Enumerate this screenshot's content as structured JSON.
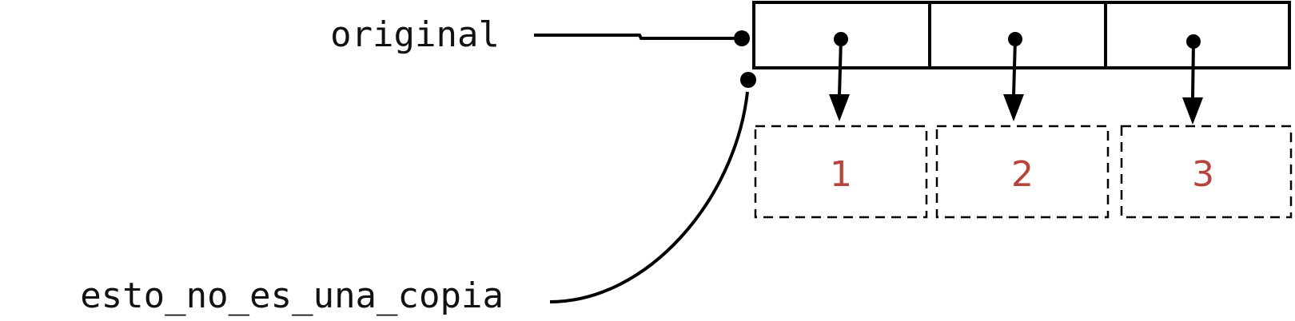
{
  "variables": {
    "original": "original",
    "alias": "esto_no_es_una_copia"
  },
  "list_values": [
    "1",
    "2",
    "3"
  ],
  "colors": {
    "value_text": "#b5443a",
    "lines": "#000000"
  }
}
